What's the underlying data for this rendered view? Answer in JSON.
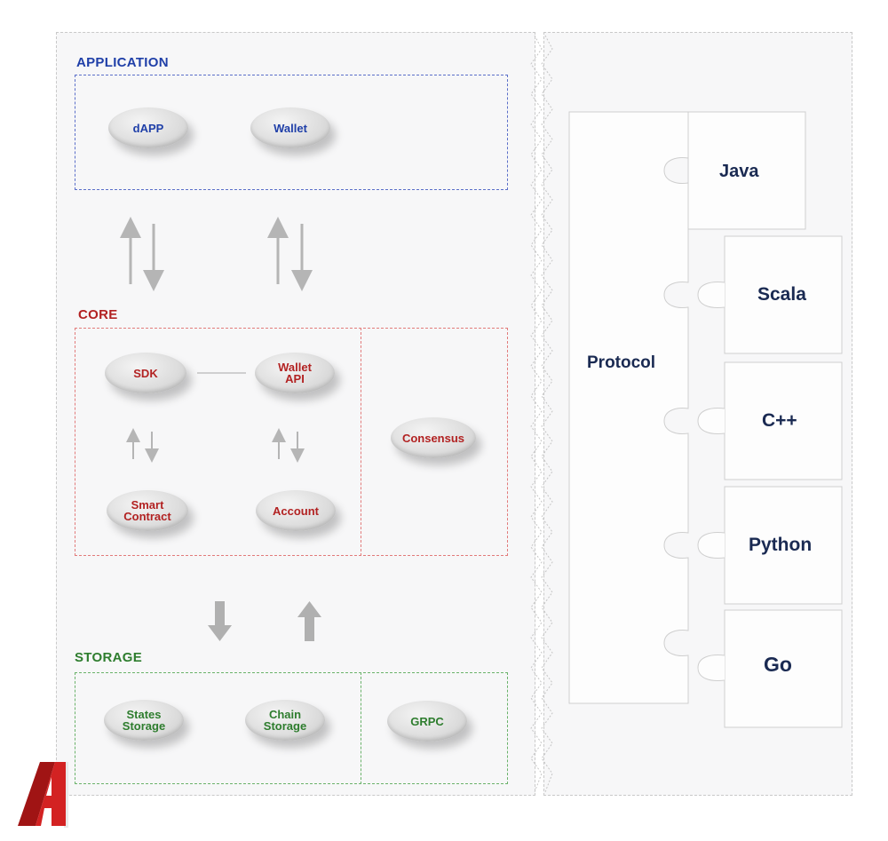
{
  "application": {
    "title": "APPLICATION",
    "nodes": [
      "dAPP",
      "Wallet"
    ]
  },
  "core": {
    "title": "CORE",
    "sdk": "SDK",
    "wallet_api": "Wallet\nAPI",
    "smart_contract": "Smart\nContract",
    "account": "Account",
    "consensus": "Consensus"
  },
  "storage": {
    "title": "STORAGE",
    "states_storage": "States\nStorage",
    "chain_storage": "Chain\nStorage",
    "grpc": "GRPC"
  },
  "protocol": {
    "label": "Protocol",
    "languages": [
      "Java",
      "Scala",
      "C++",
      "Python",
      "Go"
    ]
  },
  "colors": {
    "application": "#1f3fa8",
    "core": "#b22222",
    "storage": "#2e7d2e",
    "language_text": "#1a2a52"
  },
  "logo": {
    "icon": "autocad-logo-icon"
  }
}
